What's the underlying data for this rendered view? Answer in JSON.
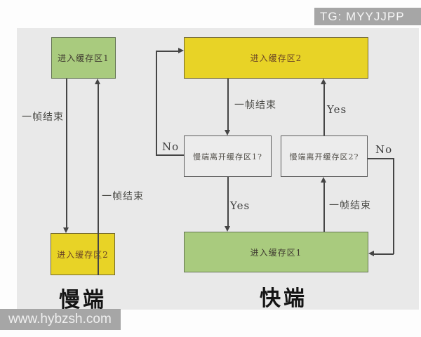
{
  "watermark_top": {
    "text": "TG: MYYJJPP"
  },
  "watermark_bottom": {
    "text": "www.hybzsh.com"
  },
  "colors": {
    "green_fill": "#a9cb7e",
    "yellow_fill": "#e8d326",
    "diagram_bg": "#e9e9e9",
    "watermark_bg": "#a6a6a6",
    "line": "#454545"
  },
  "slow_end": {
    "title": "慢端",
    "box_enter_buffer1": "进入缓存区1",
    "box_enter_buffer2": "进入缓存区2",
    "label_frame_end_down": "一帧结束",
    "label_frame_end_up": "一帧结束"
  },
  "fast_end": {
    "title": "快端",
    "box_enter_buffer2": "进入缓存区2",
    "box_check_buffer1": "慢端离开缓存区1?",
    "box_check_buffer2": "慢端离开缓存区2?",
    "box_enter_buffer1": "进入缓存区1",
    "label_frame_end_down": "一帧结束",
    "label_frame_end_up": "一帧结束",
    "label_yes_down": "Yes",
    "label_yes_up": "Yes",
    "label_no_left": "No",
    "label_no_right": "No"
  }
}
